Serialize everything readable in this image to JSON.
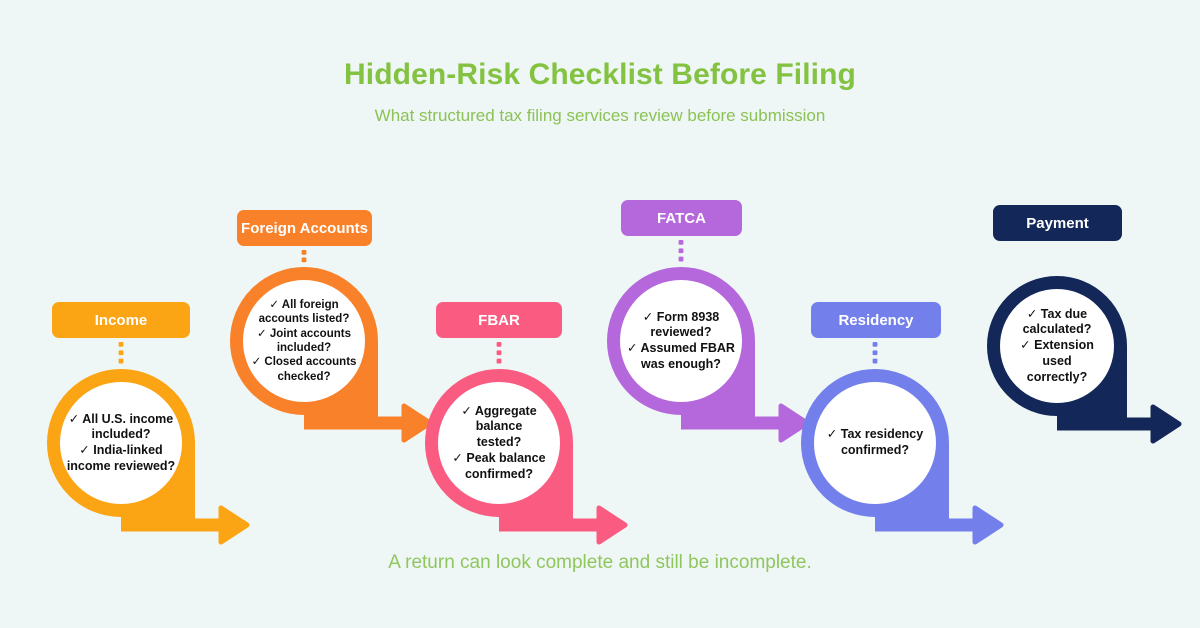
{
  "header": {
    "title": "Hidden-Risk Checklist Before Filing",
    "subtitle": "What structured tax filing services review before submission",
    "title_color": "#84c241",
    "subtitle_color": "#8cc256"
  },
  "footer": {
    "text": "A return can look complete and still be incomplete.",
    "color": "#90c65e"
  },
  "background_color": "#eef7f5",
  "diagram": {
    "type": "process-flow-checklist",
    "arrow_icon": "arrow-right-icon",
    "connector_icon": "dotted-line-icon",
    "check_glyph": "✓",
    "steps": [
      {
        "id": "income",
        "label": "Income",
        "color": "#fba414",
        "has_connector": true,
        "items": [
          "✓ All U.S. income",
          "included?",
          "✓ India-linked",
          "income reviewed?"
        ]
      },
      {
        "id": "foreign-accounts",
        "label": "Foreign Accounts",
        "color": "#f9812a",
        "has_connector": true,
        "items": [
          "✓ All foreign",
          "accounts listed?",
          "✓ Joint accounts",
          "included?",
          "✓ Closed accounts",
          "checked?"
        ]
      },
      {
        "id": "fbar",
        "label": "FBAR",
        "color": "#fa5c81",
        "has_connector": true,
        "items": [
          "✓ Aggregate balance",
          "tested?",
          "✓ Peak balance",
          "confirmed?"
        ]
      },
      {
        "id": "fatca",
        "label": "FATCA",
        "color": "#b567dc",
        "has_connector": true,
        "items": [
          "✓ Form 8938",
          "reviewed?",
          "✓ Assumed FBAR",
          "was enough?"
        ]
      },
      {
        "id": "residency",
        "label": "Residency",
        "color": "#7380ec",
        "has_connector": true,
        "items": [
          "✓ Tax residency",
          "confirmed?"
        ]
      },
      {
        "id": "payment",
        "label": "Payment",
        "color": "#132758",
        "has_connector": false,
        "items": [
          "✓ Tax due",
          "calculated?",
          "✓ Extension used",
          "correctly?"
        ]
      }
    ]
  }
}
